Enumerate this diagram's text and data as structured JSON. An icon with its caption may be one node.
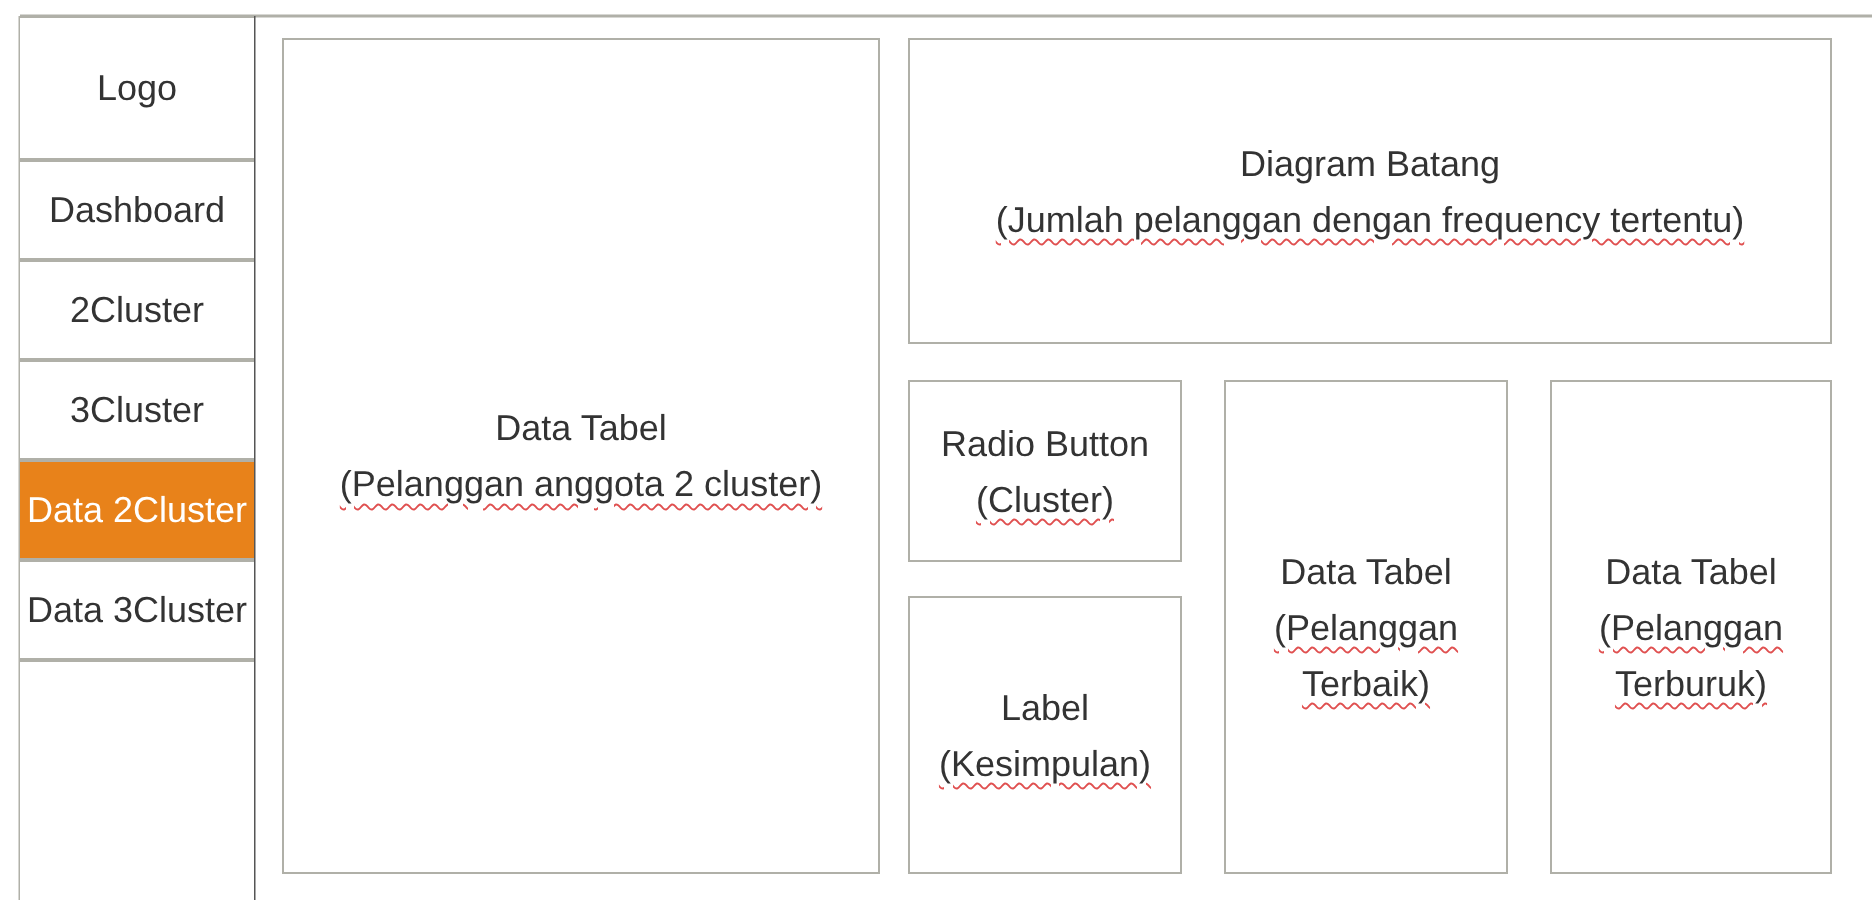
{
  "diagram": {
    "nodes": [
      {
        "text": [
          "Logo"
        ]
      },
      {
        "text": [
          "Dashboard"
        ]
      },
      {
        "text": [
          "2Cluster"
        ]
      },
      {
        "text": [
          "3Cluster"
        ]
      },
      {
        "text": [
          "Data 2Cluster"
        ]
      },
      {
        "text": [
          "Data 3Cluster"
        ]
      },
      {
        "text": [],
        "shape": "box"
      },
      {
        "text": [
          "Data Tabel",
          "(Pelanggan anggota 2 cluster)"
        ]
      },
      {
        "text": [
          "Diagram Batang",
          "(Jumlah pelanggan dengan frequency tertentu)"
        ]
      },
      {
        "text": [
          "Radio Button",
          "(Cluster)"
        ]
      },
      {
        "text": [
          "Label",
          "(Kesimpulan)"
        ]
      },
      {
        "text": [
          "Data Tabel",
          "(Pelanggan Terbaik)"
        ]
      },
      {
        "text": [
          "Data Tabel",
          "(Pelanggan Terburuk)"
        ]
      }
    ]
  }
}
